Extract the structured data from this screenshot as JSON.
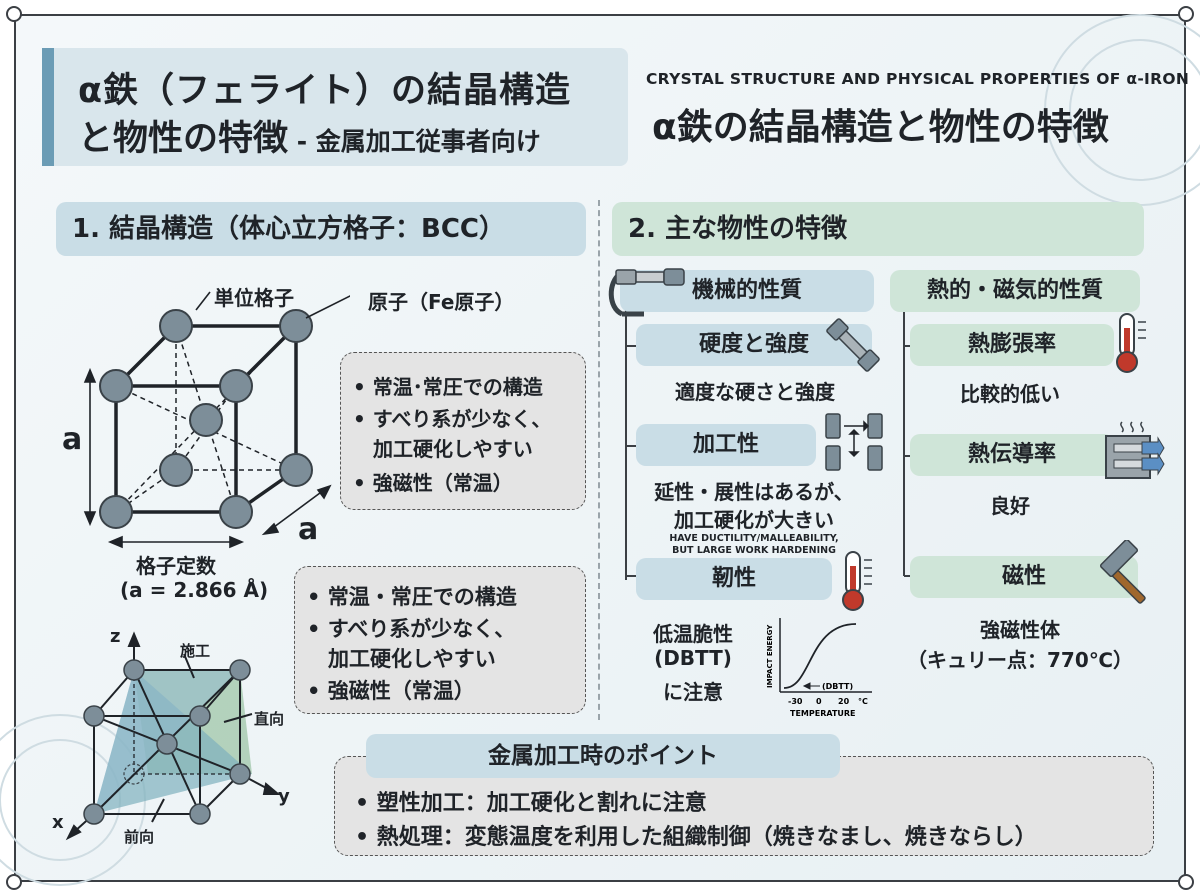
{
  "title": {
    "line1": "α鉄（フェライト）の結晶構造",
    "line2_main": "と物性の特徴",
    "line2_sub": " - 金属加工従事者向け",
    "english": "CRYSTAL STRUCTURE AND PHYSICAL PROPERTIES OF α-IRON",
    "japanese": "α鉄の結晶構造と物性の特徴"
  },
  "section1": {
    "heading": "1. 結晶構造（体心立方格子：BCC）",
    "unit_cell_label": "単位格子",
    "atom_label": "原子（Fe原子）",
    "dim_a_left": "a",
    "dim_a_bottom": "a",
    "lattice_constant_label": "格子定数",
    "lattice_constant_value": "(a = 2.866 Å)",
    "box1_items": [
      "• 常温･常圧での構造",
      "• すべり系が少なく、",
      "　加工硬化しやすい",
      "• 強磁性（常温）"
    ],
    "box2_items": [
      "• 常温・常圧での構造",
      "• すべり系が少なく、",
      "　加工硬化しやすい",
      "• 強磁性（常温）"
    ],
    "axes": {
      "z": "z",
      "x": "x",
      "y": "y"
    },
    "slip_labels": {
      "top": "施工",
      "right": "直向",
      "bottom": "前向"
    }
  },
  "section2": {
    "heading": "2. 主な物性の特徴",
    "mechanical": {
      "header": "機械的性質",
      "hardness": {
        "label": "硬度と強度",
        "desc": "適度な硬さと強度"
      },
      "workability": {
        "label": "加工性",
        "desc1": "延性・展性はあるが、",
        "desc2": "加工硬化が大きい",
        "en1": "HAVE DUCTILITY/MALLEABILITY,",
        "en2": "BUT LARGE WORK HARDENING"
      },
      "toughness": {
        "label": "靭性",
        "desc1": "低温脆性",
        "desc2": "(DBTT)",
        "desc3": "に注意"
      }
    },
    "dbtt_chart": {
      "ylabel": "IMPACT ENERGY",
      "xlabel": "TEMPERATURE",
      "annotation": "(DBTT)",
      "ticks": [
        "-30",
        "0",
        "20",
        "°C"
      ]
    },
    "thermal": {
      "header": "熱的・磁気的性質",
      "expansion": {
        "label": "熱膨張率",
        "desc": "比較的低い"
      },
      "conductivity": {
        "label": "熱伝導率",
        "desc": "良好"
      },
      "magnetism": {
        "label": "磁性",
        "desc1": "強磁性体",
        "desc2": "（キュリー点：770℃）"
      }
    }
  },
  "points": {
    "heading": "金属加工時のポイント",
    "items": [
      "• 塑性加工：加工硬化と割れに注意",
      "• 熱処理：変態温度を利用した組織制御（焼きなまし、焼きならし）"
    ]
  },
  "icons": [
    "micrometer-icon",
    "tensile-specimen-icon",
    "compression-icon",
    "thermometer-icon",
    "heat-sink-icon",
    "hammer-icon"
  ],
  "colors": {
    "blue_panel": "#c9dde6",
    "green_panel": "#cfe5d8",
    "atom": "#7d8e99",
    "accent": "#6b9cb5"
  }
}
